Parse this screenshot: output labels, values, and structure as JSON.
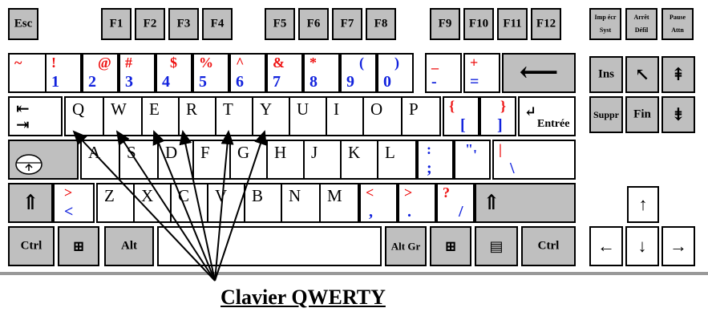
{
  "caption": "Clavier QWERTY",
  "keys": {
    "esc": "Esc",
    "f1": "F1",
    "f2": "F2",
    "f3": "F3",
    "f4": "F4",
    "f5": "F5",
    "f6": "F6",
    "f7": "F7",
    "f8": "F8",
    "f9": "F9",
    "f10": "F10",
    "f11": "F11",
    "f12": "F12",
    "impr_top": "Imp écr",
    "impr_bot": "Syst",
    "arret_top": "Arrêt",
    "arret_bot": "Défil",
    "pause_top": "Pause",
    "pause_bot": "Attn",
    "n1_top": "!",
    "n1_bot": "1",
    "n2_top": "@",
    "n2_bot": "2",
    "n3_top": "#",
    "n3_bot": "3",
    "n4_top": "$",
    "n4_bot": "4",
    "n5_top": "%",
    "n5_bot": "5",
    "n6_top": "^",
    "n6_bot": "6",
    "n7_top": "&",
    "n7_bot": "7",
    "n8_top": "*",
    "n8_bot": "8",
    "n9_top": "(",
    "n9_bot": "9",
    "n0_top": ")",
    "n0_bot": "0",
    "minus_top": "_",
    "minus_bot": "-",
    "equal_top": "+",
    "equal_bot": "=",
    "tilde": "~",
    "backspace": "⟵",
    "ins": "Ins",
    "home": "↖",
    "pgup": "⇞",
    "suppr": "Suppr",
    "fin": "Fin",
    "pgdn": "⇟",
    "tab": "⇤\n⇥",
    "q": "Q",
    "w": "W",
    "e": "E",
    "r": "R",
    "t": "T",
    "y": "Y",
    "u": "U",
    "i": "I",
    "o": "O",
    "p": "P",
    "lbrace_top": "{",
    "lbrace_bot": "[",
    "rbrace_top": "}",
    "rbrace_bot": "]",
    "entree": "Entrée",
    "a": "A",
    "s": "S",
    "d": "D",
    "f": "F",
    "g": "G",
    "h": "H",
    "j": "J",
    "k": "K",
    "l": "L",
    "semi_top": ":",
    "semi_bot": ";",
    "quote_top": "\"",
    "quote_bot": "'",
    "pipe_top": "|",
    "pipe_bot": "\\",
    "lshift": "⇑",
    "lt_top": ">",
    "lt_bot": "<",
    "z": "Z",
    "x": "X",
    "c": "C",
    "v": "V",
    "b": "B",
    "n": "N",
    "m": "M",
    "comma_top": "<",
    "comma_bot": ",",
    "period_top": ">",
    "period_bot": ".",
    "slash_top": "?",
    "slash_bot": "/",
    "rshift": "⇑",
    "ctrl_l": "Ctrl",
    "alt": "Alt",
    "altgr": "Alt Gr",
    "ctrl_r": "Ctrl",
    "up": "↑",
    "left": "←",
    "down": "↓",
    "right": "→"
  }
}
